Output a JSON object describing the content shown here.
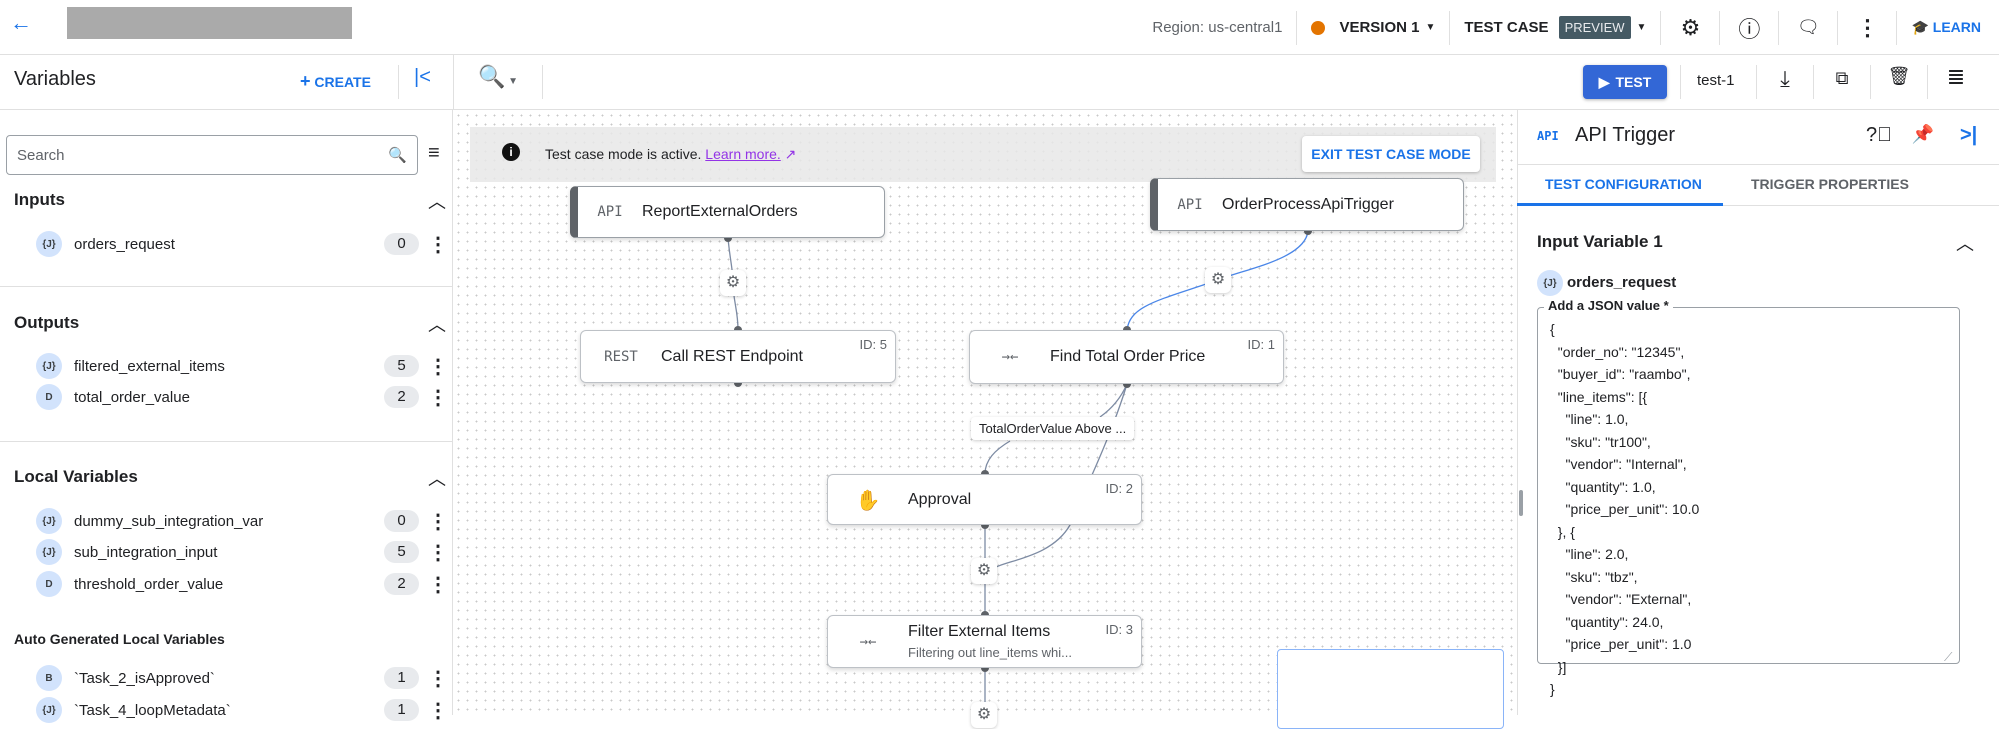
{
  "topbar": {
    "back_icon": "arrow-left-icon",
    "region": "Region: us-central1",
    "version_label": "VERSION 1",
    "version_color": "#e37400",
    "test_case_label": "TEST CASE",
    "preview_badge": "PREVIEW",
    "learn_label": "LEARN",
    "icons": [
      "gear-icon",
      "info-icon",
      "feedback-icon",
      "more-vert-icon"
    ]
  },
  "toolbar": {
    "variables_title": "Variables",
    "create_label": "CREATE",
    "test_label": "TEST",
    "test_case_name": "test-1",
    "accent": "#3367d6"
  },
  "variables": {
    "search_placeholder": "Search",
    "sections": [
      {
        "title": "Inputs",
        "items": [
          {
            "type": "{J}",
            "name": "orders_request",
            "count": "0"
          }
        ]
      },
      {
        "title": "Outputs",
        "items": [
          {
            "type": "{J}",
            "name": "filtered_external_items",
            "count": "5"
          },
          {
            "type": "D",
            "name": "total_order_value",
            "count": "2"
          }
        ]
      },
      {
        "title": "Local Variables",
        "items": [
          {
            "type": "{J}",
            "name": "dummy_sub_integration_var",
            "count": "0"
          },
          {
            "type": "{J}",
            "name": "sub_integration_input",
            "count": "5"
          },
          {
            "type": "D",
            "name": "threshold_order_value",
            "count": "2"
          }
        ]
      },
      {
        "title": "Auto Generated Local Variables",
        "items": [
          {
            "type": "B",
            "name": "`Task_2_isApproved`",
            "count": "1"
          },
          {
            "type": "{J}",
            "name": "`Task_4_loopMetadata`",
            "count": "1"
          }
        ]
      }
    ]
  },
  "canvas": {
    "banner_text": "Test case mode is active.",
    "banner_link": "Learn more.",
    "exit_label": "EXIT TEST CASE MODE",
    "edge_label": "TotalOrderValue Above ...",
    "nodes": {
      "report": {
        "icon": "API",
        "title": "ReportExternalOrders"
      },
      "trigger": {
        "icon": "API",
        "title": "OrderProcessApiTrigger"
      },
      "rest": {
        "icon": "REST",
        "title": "Call REST Endpoint",
        "id": "ID: 5"
      },
      "find": {
        "icon": "→←",
        "title": "Find Total Order Price",
        "id": "ID: 1"
      },
      "approval": {
        "icon": "✋",
        "title": "Approval",
        "id": "ID: 2"
      },
      "filter": {
        "icon": "→←",
        "title": "Filter External Items",
        "subtitle": "Filtering out line_items whi...",
        "id": "ID: 3"
      }
    }
  },
  "panel": {
    "icon": "API",
    "title": "API Trigger",
    "tabs": [
      "TEST CONFIGURATION",
      "TRIGGER PROPERTIES"
    ],
    "active_tab": "TEST CONFIGURATION",
    "section_title": "Input Variable 1",
    "var_type": "{J}",
    "var_name": "orders_request",
    "field_label": "Add a JSON value *",
    "json_lines": [
      "{",
      "  \"order_no\": \"12345\",",
      "  \"buyer_id\": \"raambo\",",
      "  \"line_items\": [{",
      "    \"line\": 1.0,",
      "    \"sku\": \"tr100\",",
      "    \"vendor\": \"Internal\",",
      "    \"quantity\": 1.0,",
      "    \"price_per_unit\": 10.0",
      "  }, {",
      "    \"line\": 2.0,",
      "    \"sku\": \"tbz\",",
      "    \"vendor\": \"External\",",
      "    \"quantity\": 24.0,",
      "    \"price_per_unit\": 1.0",
      "  }]",
      "}"
    ]
  }
}
